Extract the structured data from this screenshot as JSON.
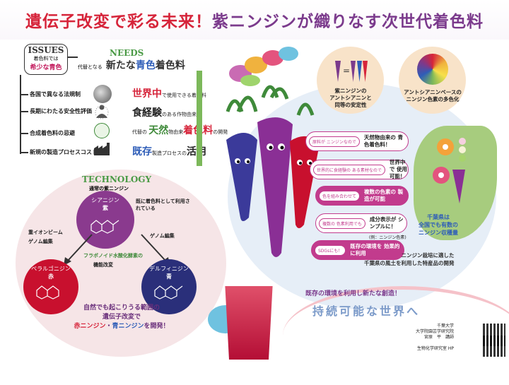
{
  "title": {
    "part1": "遺伝子改変で彩る未来！",
    "part2": "紫ニンジンが織りなす次世代着色料"
  },
  "issues": {
    "heading": "ISSUES",
    "line1": "着色料では",
    "line2": "希少な青色",
    "rows": [
      "各国で異なる法規制",
      "長期にわたる安全性評価",
      "合成着色料の忌避",
      "新規の製造プロセスコスト"
    ]
  },
  "needs": {
    "heading": "NEEDS",
    "small": "代替となる",
    "big_a": "新たな",
    "big_b": "青色",
    "big_c": "着色料",
    "rows": [
      {
        "big": "世界中",
        "small": "で使用できる着色料"
      },
      {
        "big": "食経験",
        "small": "のある作物由来"
      },
      {
        "pre": "代替の",
        "big": "天然",
        "small": "物由来",
        "big2": "着色料",
        "small2": "の開発"
      },
      {
        "big": "既存",
        "small": "製造プロセスの",
        "big2": "活用"
      }
    ]
  },
  "icons": {
    "globe": "globe-icon",
    "person": "person-meditating-icon",
    "leaf": "natural-leaf-icon",
    "factory": "factory-icon"
  },
  "technology": {
    "heading": "TECHNOLOGY",
    "sub": "通常の紫ニンジン",
    "note_existing": "既に着色料として利用されている",
    "purple": {
      "name": "シアニジン",
      "color": "紫"
    },
    "red": {
      "name": "ペラルゴニジン",
      "color": "赤"
    },
    "blue": {
      "name": "デルフィニジン",
      "color": "青"
    },
    "label_left": "重イオンビーム",
    "label_left2": "ゲノム編集",
    "label_right": "ゲノム編集",
    "enzyme_1": "フラボノイド水酸化酵素の",
    "enzyme_2": "機能改変",
    "bottom_1": "自然でも起こりうる範囲の",
    "bottom_2": "遺伝子改変で",
    "bottom_3a": "赤ニンジン",
    "bottom_3b": "・",
    "bottom_3c": "青ニンジン",
    "bottom_3d": "を開発！"
  },
  "bubbles": {
    "left": [
      "紫ニンジンの",
      "アントシアニンと",
      "同等の安定性"
    ],
    "right": [
      "アントシアニンベースの",
      "ニンジン色素の多色化"
    ]
  },
  "benefits": [
    {
      "tag": "原料が ニンジンなので",
      "value": "天然物由来の 青色着色料！"
    },
    {
      "tag": "世界的に食経験の ある素材なので",
      "value": "世界中で 使用可能！"
    },
    {
      "tag": "色を組み合わせて",
      "value": "複数の色素の 製造が可能"
    },
    {
      "tag": "複数の 色素利用でも",
      "value": "成分表示が シンプルに！",
      "extra": "(例：ニンジン色素)"
    },
    {
      "tag": "SDGsにも！",
      "value": "既存の環境を 効果的に利用"
    }
  ],
  "chiba": {
    "text": [
      "千葉県は",
      "全国でも有数の",
      "ニンジン収穫量"
    ],
    "caption_1": "ニンジン栽培に適した",
    "caption_2": "千葉県の風土を利用した特産品の開発"
  },
  "sustain": {
    "line1": "既存の環境を利用し新たな創造！",
    "line2": "持続可能な世界へ"
  },
  "footer": {
    "lines": [
      "千葉大学",
      "大学院園芸学研究院",
      "宮原　平　講師",
      "",
      "生物化学研究室 HP"
    ]
  },
  "colors": {
    "purple": "#7b3a8c",
    "red": "#d6243a",
    "blue": "#2e5db8",
    "green": "#4a9a45",
    "magenta": "#c23b8d"
  }
}
